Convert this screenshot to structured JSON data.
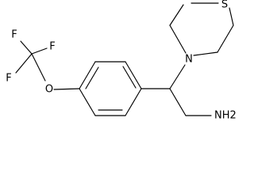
{
  "molecule": {
    "atoms": {
      "f1": "F",
      "f2": "F",
      "f3": "F",
      "o": "O",
      "n_ring": "N",
      "s_ring": "S",
      "amine": "NH2"
    }
  }
}
